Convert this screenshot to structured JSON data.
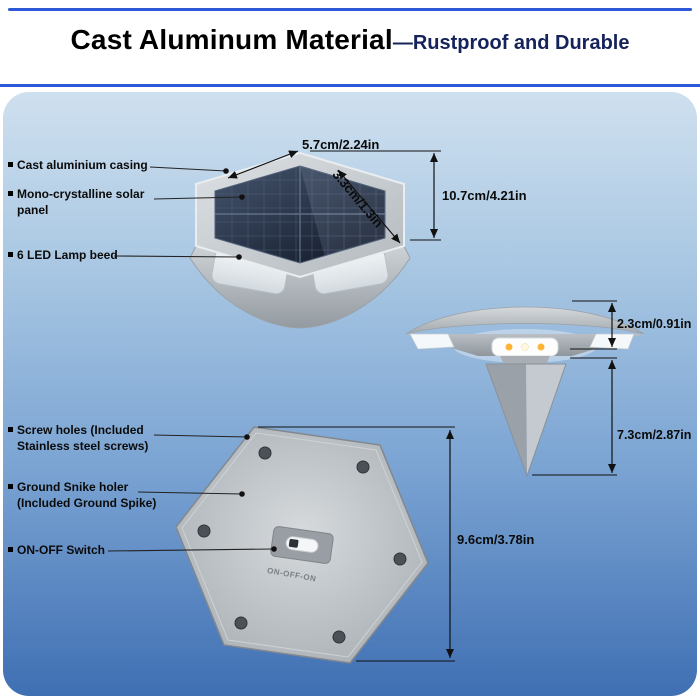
{
  "header": {
    "title": "Cast Aluminum Material",
    "subtitle": "—Rustproof and Durable"
  },
  "callouts": [
    {
      "label": "Cast aluminium casing"
    },
    {
      "label": "Mono-crystalline solar panel"
    },
    {
      "label": "6 LED Lamp beed"
    },
    {
      "label": "Screw holes (Included Stainless steel screws)"
    },
    {
      "label": "Ground Snike holer (Included Ground Spike)"
    },
    {
      "label": "ON-OFF Switch"
    }
  ],
  "dimensions": {
    "solar_panel_width": "5.7cm/2.24in",
    "solar_panel_depth": "3.3cm/1.3in",
    "overall_width": "10.7cm/4.21in",
    "head_height": "2.3cm/0.91in",
    "spike_length": "7.3cm/2.87in",
    "base_width": "9.6cm/3.78in"
  },
  "engraving": {
    "switch_text": "ON-OFF-ON"
  },
  "colors": {
    "accent_blue": "#2d59d8",
    "subtitle_navy": "#16235a",
    "background_top": "#cfe0ef",
    "background_bottom": "#3f6fb3"
  }
}
